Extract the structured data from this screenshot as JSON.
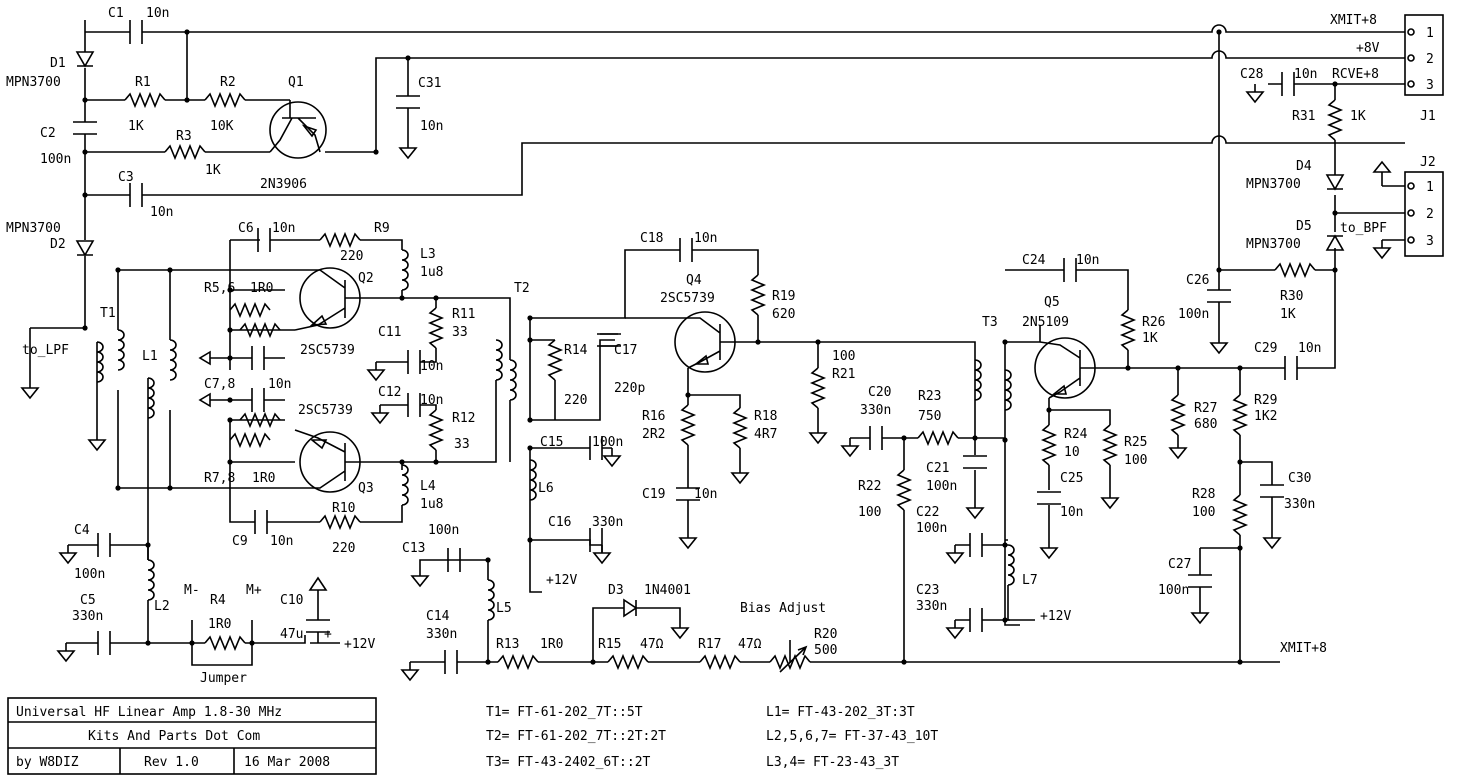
{
  "labels": {
    "C1": "C1",
    "C1v": "10n",
    "D1": "D1",
    "D1v": "MPN3700",
    "R1": "R1",
    "R1v": "1K",
    "R2": "R2",
    "R2v": "10K",
    "Q1": "Q1",
    "Q1v": "2N3906",
    "C2": "C2",
    "C2v": "100n",
    "R3": "R3",
    "R3v": "1K",
    "C3": "C3",
    "C3v": "10n",
    "C31": "C31",
    "C31v": "10n",
    "D2": "D2",
    "D2v": "MPN3700",
    "C6": "C6",
    "C6v": "10n",
    "R9": "R9",
    "R9v": "220",
    "L3": "L3",
    "L3v": "1u8",
    "Q2": "Q2",
    "Q2v": "2SC5739",
    "R56": "R5,6",
    "R56v": "1R0",
    "R11": "R11",
    "R11v": "33",
    "C11": "C11",
    "C11v": "10n",
    "C78": "C7,8",
    "C78v": "10n",
    "Q3v": "2SC5739",
    "Q3": "Q3",
    "C12": "C12",
    "C12v": "10n",
    "R12": "R12",
    "R12v": "33",
    "R78": "R7,8",
    "R78v": "1R0",
    "L4": "L4",
    "L4v": "1u8",
    "C9": "C9",
    "C9v": "10n",
    "R10": "R10",
    "R10v": "220",
    "T1": "T1",
    "L1": "L1",
    "T2": "T2",
    "T3": "T3",
    "toLPF": "to_LPF",
    "C4": "C4",
    "C4v": "100n",
    "C5": "C5",
    "C5v": "330n",
    "L2": "L2",
    "Mminus": "M-",
    "Mplus": "M+",
    "R4": "R4",
    "R4v": "1R0",
    "Jumper": "Jumper",
    "C10": "C10",
    "C10v": "47u",
    "plus": "+",
    "p12a": "+12V",
    "C13": "C13",
    "C13v": "100n",
    "C14": "C14",
    "C14v": "330n",
    "L5": "L5",
    "R13": "R13",
    "R13v": "1R0",
    "C18": "C18",
    "C18v": "10n",
    "Q4": "Q4",
    "Q4v": "2SC5739",
    "R19": "R19",
    "R19v": "620",
    "R14": "R14",
    "R14v": "220",
    "C17": "C17",
    "C17v": "220p",
    "R16": "R16",
    "R16v": "2R2",
    "R18": "R18",
    "R18v": "4R7",
    "C15": "C15",
    "C15v": "100n",
    "L6": "L6",
    "C16": "C16",
    "C16v": "330n",
    "C19": "C19",
    "C19v": "10n",
    "p12b": "+12V",
    "D3": "D3",
    "D3v": "1N4001",
    "BiasAdjust": "Bias Adjust",
    "R15": "R15",
    "R15v": "47Ω",
    "R17": "R17",
    "R17v": "47Ω",
    "R20": "R20",
    "R20v": "500",
    "R21": "R21",
    "R21v": "100",
    "C20": "C20",
    "C20v": "330n",
    "R23": "R23",
    "R23v": "750",
    "C21": "C21",
    "C21v": "100n",
    "R22": "R22",
    "R22v": "100",
    "C22": "C22",
    "C22v": "100n",
    "C23": "C23",
    "C23v": "330n",
    "L7": "L7",
    "p12c": "+12V",
    "C24": "C24",
    "C24v": "10n",
    "Q5": "Q5",
    "Q5v": "2N5109",
    "R26": "R26",
    "R26v": "1K",
    "R24": "R24",
    "R24v": "10",
    "R25": "R25",
    "R25v": "100",
    "C25": "C25",
    "C25v": "10n",
    "R27": "R27",
    "R27v": "680",
    "R29": "R29",
    "R29v": "1K2",
    "C29": "C29",
    "C29v": "10n",
    "C30": "C30",
    "C30v": "330n",
    "R28": "R28",
    "R28v": "100",
    "C27": "C27",
    "C27v": "100n",
    "xmit8b": "XMIT+8",
    "C26": "C26",
    "C26v": "100n",
    "R30": "R30",
    "R30v": "1K",
    "D4": "D4",
    "D4v": "MPN3700",
    "D5": "D5",
    "D5v": "MPN3700",
    "toBPF": "to_BPF",
    "R31": "R31",
    "R31v": "1K",
    "C28": "C28",
    "C28v": "10n",
    "xmit8": "XMIT+8",
    "p8v": "+8V",
    "rcve8": "RCVE+8",
    "J1": "J1",
    "J2": "J2",
    "J1p1": "1",
    "J1p2": "2",
    "J1p3": "3",
    "J2p1": "1",
    "J2p2": "2",
    "J2p3": "3"
  },
  "title_block": {
    "title": "Universal HF Linear Amp 1.8-30 MHz",
    "company": "Kits And Parts Dot Com",
    "author": "by W8DIZ",
    "rev": "Rev 1.0",
    "date": "16 Mar 2008"
  },
  "notes": {
    "t1": "T1= FT-61-202_7T::5T",
    "t2": "T2= FT-61-202_7T::2T:2T",
    "t3": "T3= FT-43-2402_6T::2T",
    "l1": "L1= FT-43-202_3T:3T",
    "l2": "L2,5,6,7= FT-37-43_10T",
    "l3": "L3,4= FT-23-43_3T"
  }
}
